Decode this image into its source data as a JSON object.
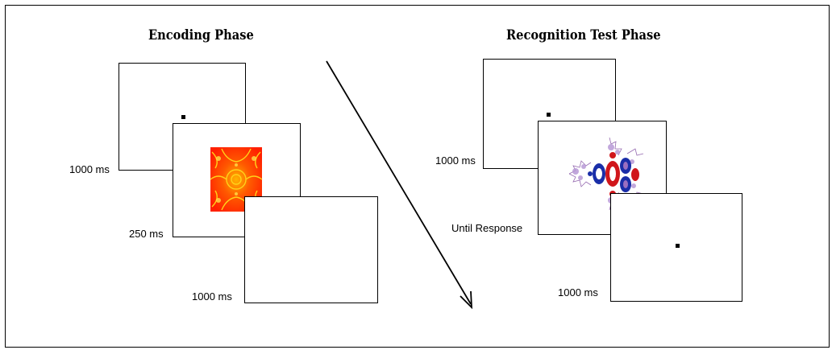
{
  "encoding": {
    "title": "Encoding Phase",
    "screens": [
      {
        "label": "1000 ms",
        "content": "fixation"
      },
      {
        "label": "250 ms",
        "content": "fractal-image"
      },
      {
        "label": "1000 ms",
        "content": "blank"
      }
    ]
  },
  "recognition": {
    "title": "Recognition Test Phase",
    "screens": [
      {
        "label": "1000 ms",
        "content": "fixation"
      },
      {
        "label": "Until Response",
        "content": "fractal-image"
      },
      {
        "label": "1000 ms",
        "content": "fixation"
      }
    ]
  },
  "colors": {
    "encoding_fractal": [
      "#ff2a00",
      "#ff7a00",
      "#ffd400"
    ],
    "recognition_fractal": [
      "#1a2ea8",
      "#d0161b",
      "#9b6fc0",
      "#ffffff"
    ]
  }
}
